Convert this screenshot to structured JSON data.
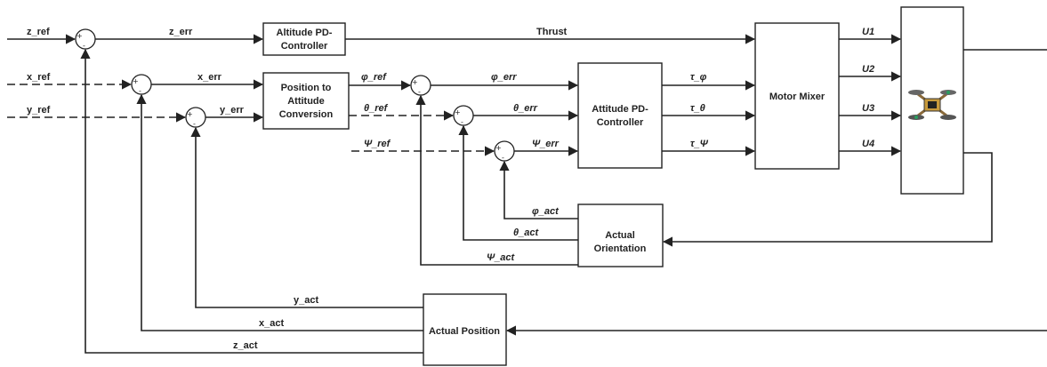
{
  "blocks": {
    "altitude_pd": [
      "Altitude PD-",
      "Controller"
    ],
    "position_to_attitude": [
      "Position to",
      "Attitude",
      "Conversion"
    ],
    "attitude_pd": [
      "Attitude PD-",
      "Controller"
    ],
    "motor_mixer": [
      "Motor Mixer"
    ],
    "actual_orientation": [
      "Actual",
      "Orientation"
    ],
    "actual_position": [
      "Actual Position"
    ]
  },
  "signals": {
    "z_ref": "z_ref",
    "x_ref": "x_ref",
    "y_ref": "y_ref",
    "z_err": "z_err",
    "x_err": "x_err",
    "y_err": "y_err",
    "thrust": "Thrust",
    "phi_ref": "φ_ref",
    "theta_ref": "θ_ref",
    "psi_ref": "Ψ_ref",
    "phi_err": "φ_err",
    "theta_err": "θ_err",
    "psi_err": "Ψ_err",
    "tau_phi": "τ_φ",
    "tau_theta": "τ_θ",
    "tau_psi": "τ_Ψ",
    "u1": "U1",
    "u2": "U2",
    "u3": "U3",
    "u4": "U4",
    "phi_act": "φ_act",
    "theta_act": "θ_act",
    "psi_act": "Ψ_act",
    "x_act": "x_act",
    "y_act": "y_act",
    "z_act": "z_act"
  },
  "summer_signs": {
    "plus": "+",
    "minus": "-"
  },
  "icons": {
    "drone": "quadcopter-drone-icon"
  }
}
